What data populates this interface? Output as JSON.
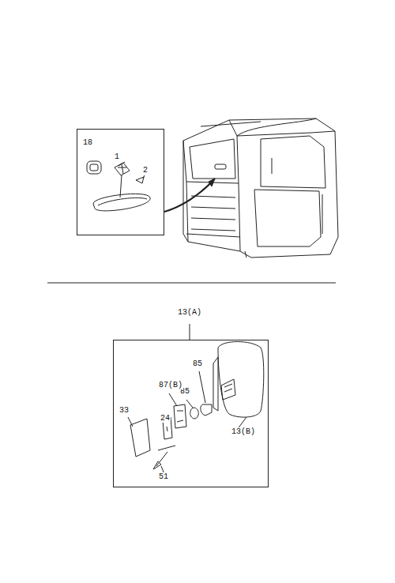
{
  "diagram": {
    "nodes": [
      {
        "text": [
          "18",
          "1",
          "2"
        ]
      },
      {
        "text": [
          "13(A)",
          "85",
          "85",
          "87(B)",
          "24",
          "33",
          "13(B)",
          "51"
        ]
      }
    ]
  }
}
